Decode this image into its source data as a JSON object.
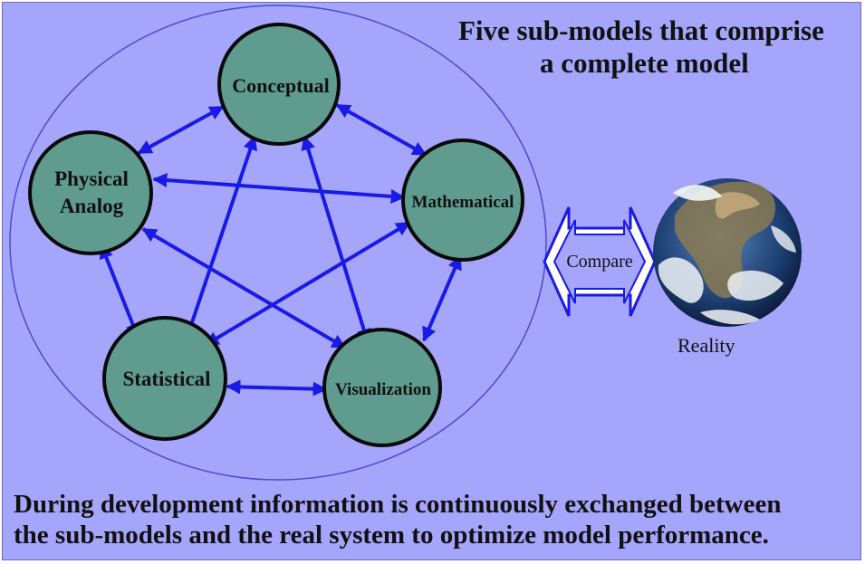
{
  "title": {
    "line1": "Five sub-models that comprise",
    "line2": "a complete model"
  },
  "nodes": {
    "conceptual": "Conceptual",
    "physical_line1": "Physical",
    "physical_line2": "Analog",
    "mathematical": "Mathematical",
    "statistical": "Statistical",
    "visualization": "Visualization"
  },
  "compare_label": "Compare",
  "reality_label": "Reality",
  "caption": {
    "line1": "During development information is continuously exchanged between",
    "line2": "the sub-models and the real system to optimize model performance."
  },
  "colors": {
    "background": "#a5a5fb",
    "node_fill": "#5f9b8e",
    "arrow": "#1a1ae6",
    "outline": "#4b4bd2"
  },
  "icons": {
    "earth": "earth-globe-icon",
    "compare": "double-headed-arrow-icon"
  }
}
